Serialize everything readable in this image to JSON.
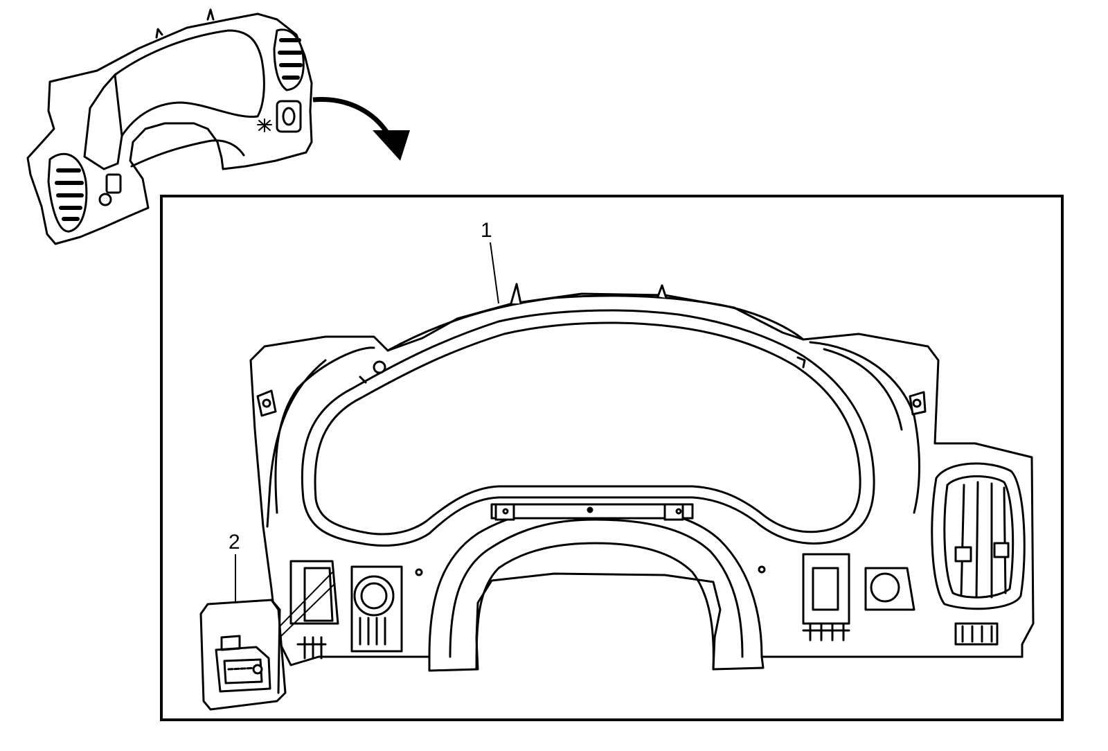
{
  "diagram": {
    "callouts": [
      {
        "id": "1",
        "label": "1"
      },
      {
        "id": "2",
        "label": "2"
      }
    ]
  },
  "colors": {
    "line": "#000000",
    "fill": "#ffffff"
  }
}
